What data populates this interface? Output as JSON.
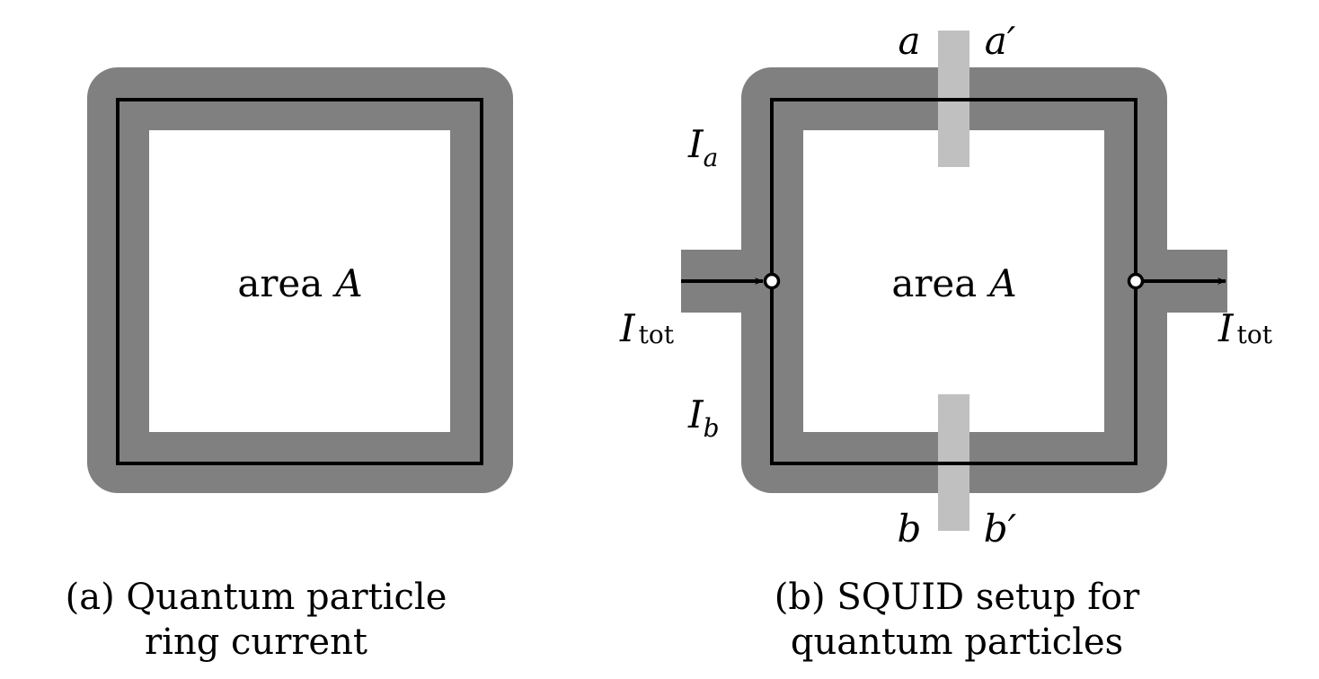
{
  "panel_a": {
    "region_label": "area",
    "region_symbol": "A",
    "caption": {
      "prefix": "(a)",
      "line1": "Quantum particle",
      "line2": "ring current"
    }
  },
  "panel_b": {
    "region_label": "area",
    "region_symbol": "A",
    "branch_a": {
      "symbol": "I",
      "subscript": "a"
    },
    "branch_b": {
      "symbol": "I",
      "subscript": "b"
    },
    "total_in": {
      "symbol": "I",
      "subscript": "tot"
    },
    "total_out": {
      "symbol": "I",
      "subscript": "tot"
    },
    "junction_top": {
      "left": "a",
      "right": "a′"
    },
    "junction_bottom": {
      "left": "b",
      "right": "b′"
    },
    "caption": {
      "prefix": "(b)",
      "line1": "SQUID setup for",
      "line2": "quantum particles"
    }
  },
  "colors": {
    "conductor": "#808080",
    "junction": "#c0c0c0",
    "path": "#000000",
    "background": "#ffffff"
  }
}
